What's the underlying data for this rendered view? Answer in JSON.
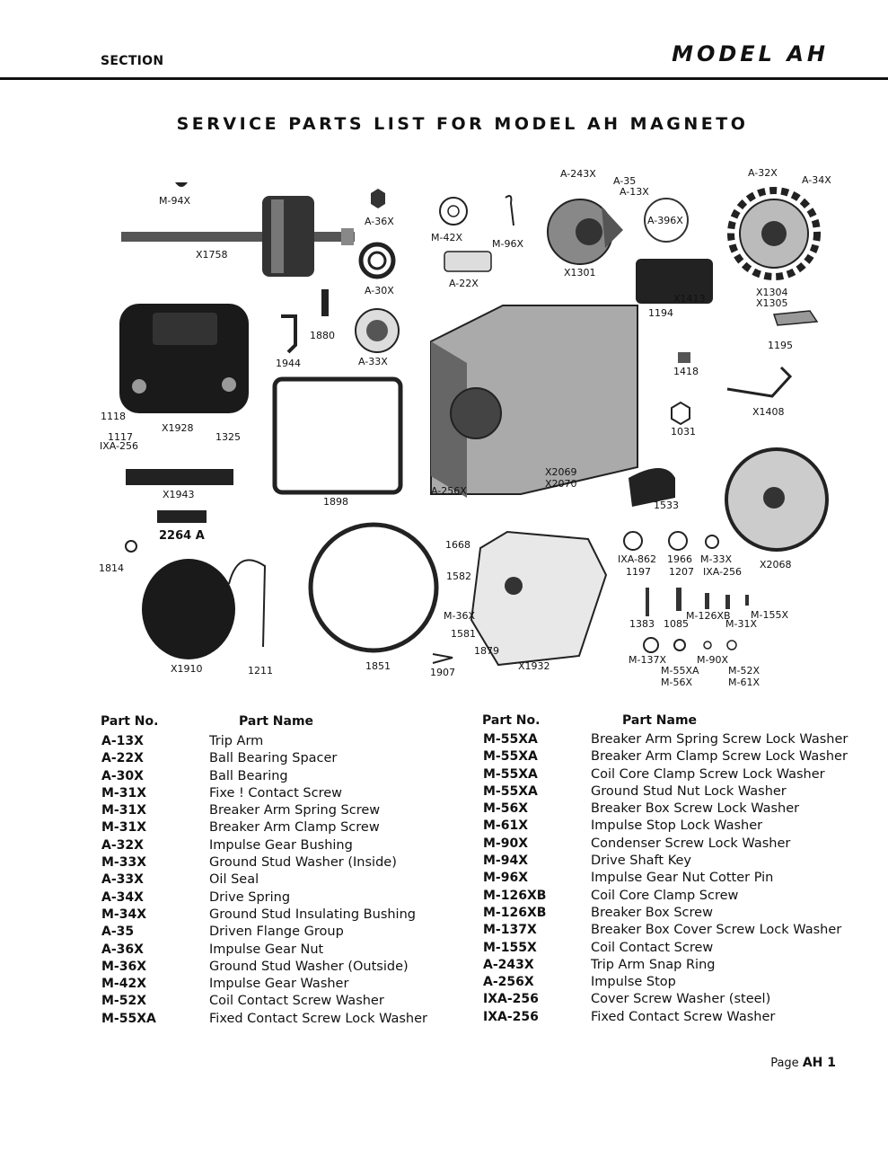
{
  "header": {
    "section": "SECTION",
    "model": "MODEL AH"
  },
  "title": "SERVICE PARTS LIST FOR MODEL AH MAGNETO",
  "diagram_labels": [
    "M-94X",
    "X1758",
    "A-36X",
    "A-30X",
    "M-42X",
    "M-96X",
    "A-22X",
    "A-243X",
    "A-35",
    "A-13X",
    "X1301",
    "A-396X",
    "A-32X",
    "A-34X",
    "X1304",
    "X1305",
    "X1413",
    "1194",
    "1195",
    "1880",
    "1944",
    "A-33X",
    "1418",
    "X1408",
    "1031",
    "1118",
    "X1928",
    "1117",
    "IXA-256",
    "1325",
    "1898",
    "X1943",
    "A-256X",
    "X2069",
    "X2070",
    "1533",
    "2264 A",
    "1668",
    "1582",
    "1814",
    "M-36X",
    "1581",
    "1879",
    "X1932",
    "1851",
    "1907",
    "X1910",
    "1211",
    "IXA-862",
    "1197",
    "1966",
    "1207",
    "M-33X",
    "IXA-256",
    "X2068",
    "1383",
    "1085",
    "M-126XB",
    "M-31X",
    "M-155X",
    "M-137X",
    "M-55XA",
    "M-56X",
    "M-90X",
    "M-52X",
    "M-61X"
  ],
  "table": {
    "col_part_no": "Part No.",
    "col_part_name": "Part Name",
    "left": [
      {
        "no": "A-13X",
        "name": "Trip Arm"
      },
      {
        "no": "A-22X",
        "name": "Ball Bearing Spacer"
      },
      {
        "no": "A-30X",
        "name": "Ball Bearing"
      },
      {
        "no": "M-31X",
        "name": "Fixe ! Contact Screw"
      },
      {
        "no": "M-31X",
        "name": "Breaker Arm Spring Screw"
      },
      {
        "no": "M-31X",
        "name": "Breaker Arm Clamp Screw"
      },
      {
        "no": "A-32X",
        "name": "Impulse Gear Bushing"
      },
      {
        "no": "M-33X",
        "name": "Ground Stud Washer (Inside)"
      },
      {
        "no": "A-33X",
        "name": "Oil Seal"
      },
      {
        "no": "A-34X",
        "name": "Drive Spring"
      },
      {
        "no": "M-34X",
        "name": "Ground Stud Insulating Bushing"
      },
      {
        "no": "A-35",
        "name": "Driven Flange Group"
      },
      {
        "no": "A-36X",
        "name": "Impulse Gear Nut"
      },
      {
        "no": "M-36X",
        "name": "Ground Stud Washer (Outside)"
      },
      {
        "no": "M-42X",
        "name": "Impulse Gear Washer"
      },
      {
        "no": "M-52X",
        "name": "Coil Contact Screw Washer"
      },
      {
        "no": "M-55XA",
        "name": "Fixed Contact Screw Lock Washer"
      }
    ],
    "right": [
      {
        "no": "M-55XA",
        "name": "Breaker Arm Spring Screw Lock Washer"
      },
      {
        "no": "M-55XA",
        "name": "Breaker Arm Clamp Screw Lock Washer"
      },
      {
        "no": "M-55XA",
        "name": "Coil Core Clamp Screw Lock Washer"
      },
      {
        "no": "M-55XA",
        "name": "Ground Stud Nut Lock Washer"
      },
      {
        "no": "M-56X",
        "name": "Breaker Box Screw Lock Washer"
      },
      {
        "no": "M-61X",
        "name": "Impulse Stop Lock Washer"
      },
      {
        "no": "M-90X",
        "name": "Condenser Screw Lock Washer"
      },
      {
        "no": "M-94X",
        "name": "Drive Shaft Key"
      },
      {
        "no": "M-96X",
        "name": "Impulse Gear Nut Cotter Pin"
      },
      {
        "no": "M-126XB",
        "name": "Coil Core Clamp Screw"
      },
      {
        "no": "M-126XB",
        "name": "Breaker Box Screw"
      },
      {
        "no": "M-137X",
        "name": "Breaker Box Cover Screw Lock Washer"
      },
      {
        "no": "M-155X",
        "name": "Coil Contact Screw"
      },
      {
        "no": "A-243X",
        "name": "Trip Arm Snap Ring"
      },
      {
        "no": "A-256X",
        "name": "Impulse Stop"
      },
      {
        "no": "IXA-256",
        "name": "Cover Screw Washer (steel)"
      },
      {
        "no": "IXA-256",
        "name": "Fixed Contact Screw Washer"
      }
    ]
  },
  "footer": {
    "page_word": "Page",
    "page_number": "AH 1"
  }
}
